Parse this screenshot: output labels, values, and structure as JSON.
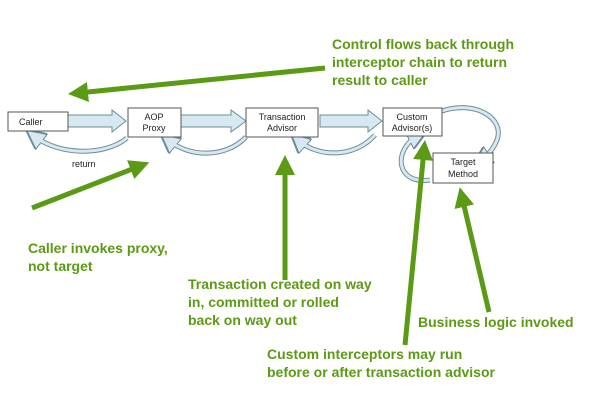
{
  "nodes": {
    "caller": "Caller",
    "aop_proxy_line1": "AOP",
    "aop_proxy_line2": "Proxy",
    "transaction_advisor_line1": "Transaction",
    "transaction_advisor_line2": "Advisor",
    "custom_advisors_line1": "Custom",
    "custom_advisors_line2": "Advisor(s)",
    "target_method_line1": "Target",
    "target_method_line2": "Method"
  },
  "labels": {
    "return": "return"
  },
  "notes": {
    "control_flow": [
      "Control flows back through",
      "interceptor chain to return",
      "result to caller"
    ],
    "caller_invokes": [
      "Caller invokes proxy,",
      "not target"
    ],
    "transaction_created": [
      "Transaction created on way",
      "in, committed or rolled",
      "back on way out"
    ],
    "business_logic": [
      "Business logic invoked"
    ],
    "custom_interceptors": [
      "Custom interceptors may run",
      "before or after transaction advisor"
    ]
  },
  "colors": {
    "note_green": "#5b9a14",
    "flow_arrow_fill": "#d7e9f0",
    "flow_arrow_stroke": "#6e8c99"
  }
}
